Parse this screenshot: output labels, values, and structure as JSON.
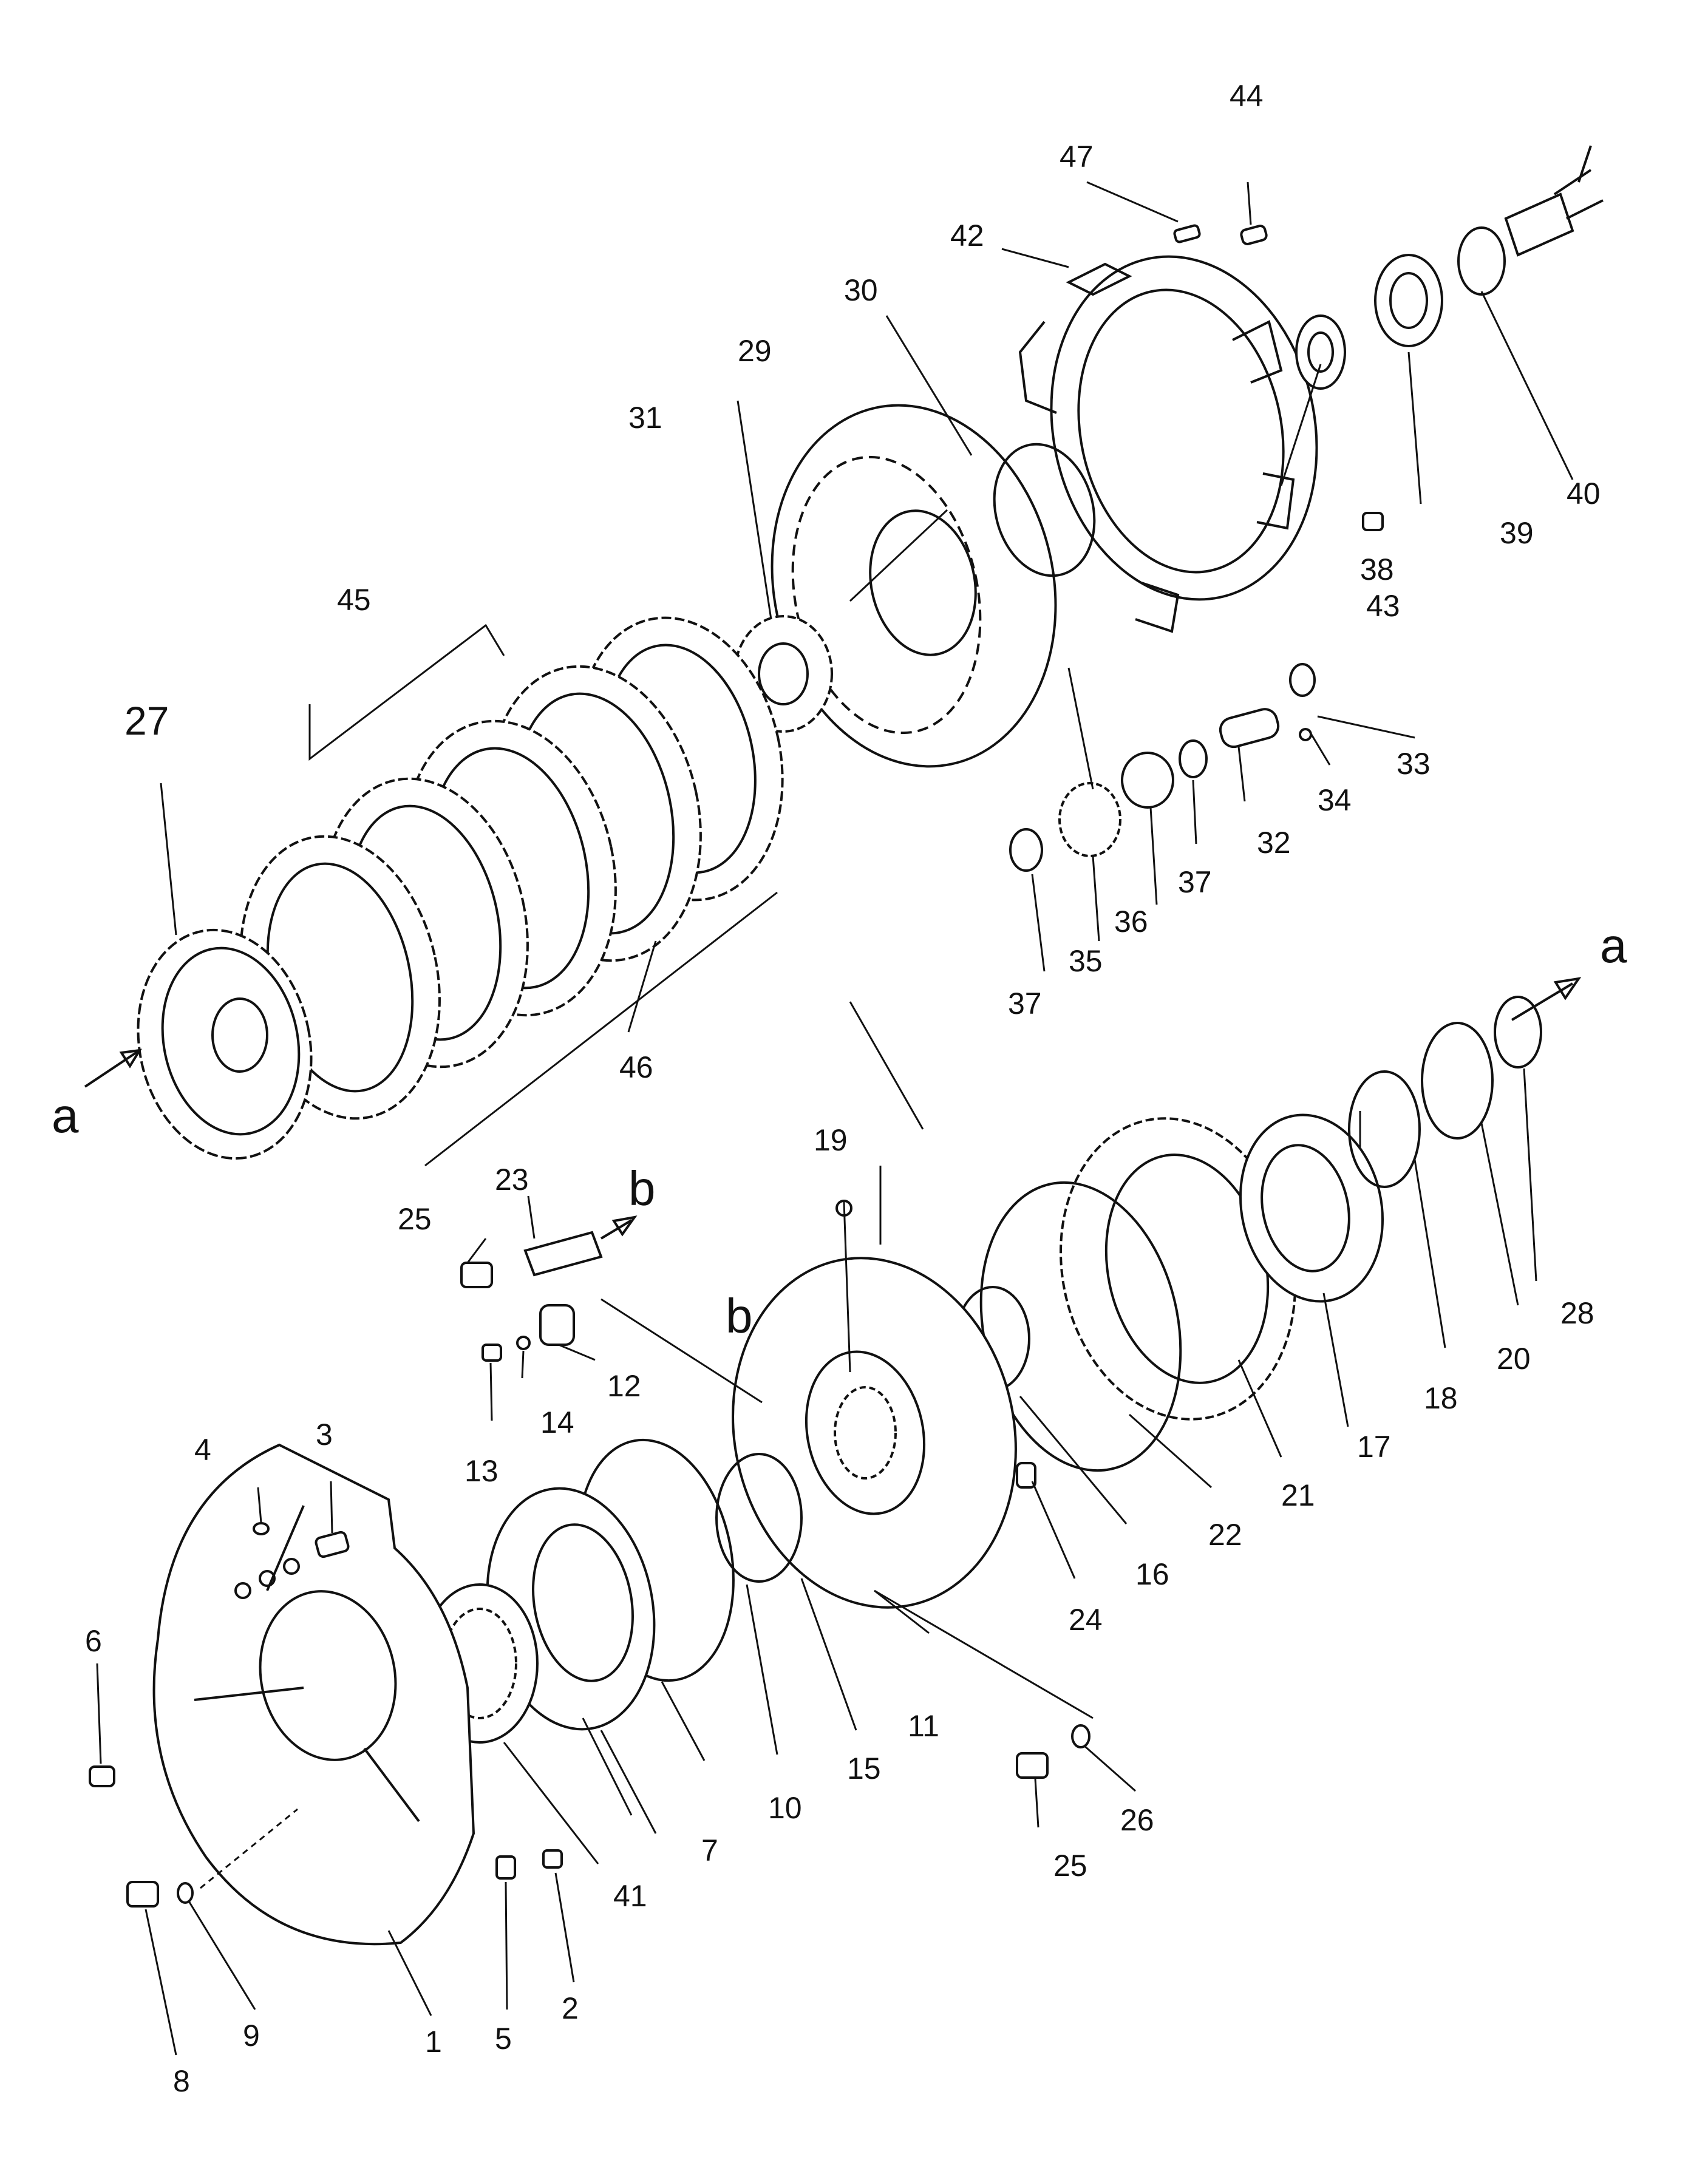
{
  "callouts": {
    "p1": "1",
    "p2": "2",
    "p3": "3",
    "p4": "4",
    "p5": "5",
    "p6": "6",
    "p7": "7",
    "p8": "8",
    "p9": "9",
    "p10": "10",
    "p11": "11",
    "p12": "12",
    "p13": "13",
    "p14": "14",
    "p15": "15",
    "p16": "16",
    "p17": "17",
    "p18": "18",
    "p19": "19",
    "p20": "20",
    "p21": "21",
    "p22": "22",
    "p23": "23",
    "p24": "24",
    "p25a": "25",
    "p25b": "25",
    "p26": "26",
    "p27": "27",
    "p28": "28",
    "p29": "29",
    "p30": "30",
    "p31": "31",
    "p32": "32",
    "p33": "33",
    "p34": "34",
    "p35": "35",
    "p36": "36",
    "p37a": "37",
    "p37b": "37",
    "p38": "38",
    "p39": "39",
    "p40": "40",
    "p41": "41",
    "p42": "42",
    "p43": "43",
    "p44": "44",
    "p45": "45",
    "p46": "46",
    "p47": "47"
  },
  "refs": {
    "a_left": "a",
    "a_right": "a",
    "b_arrow": "b",
    "b_target": "b"
  }
}
